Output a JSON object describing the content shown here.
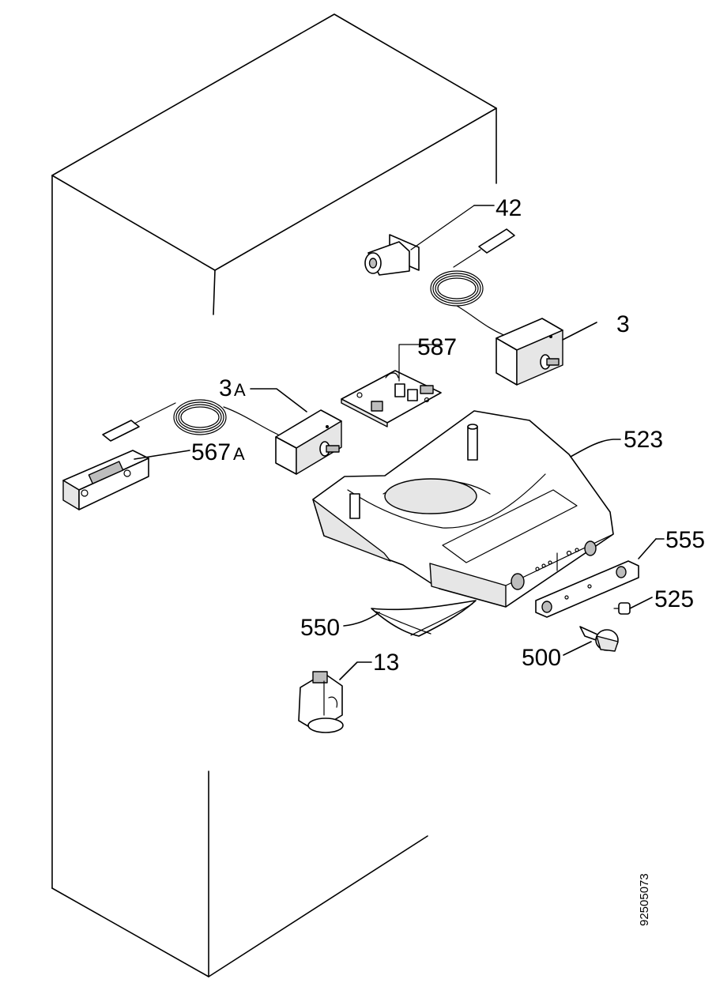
{
  "labels": {
    "l42": "42",
    "l3": "3",
    "l587": "587",
    "l3a": "3",
    "l3a_suffix": "A",
    "l567a": "567",
    "l567a_suffix": "A",
    "l523": "523",
    "l555": "555",
    "l525": "525",
    "l550": "550",
    "l500": "500",
    "l13": "13"
  },
  "drawing_code": "92505073"
}
